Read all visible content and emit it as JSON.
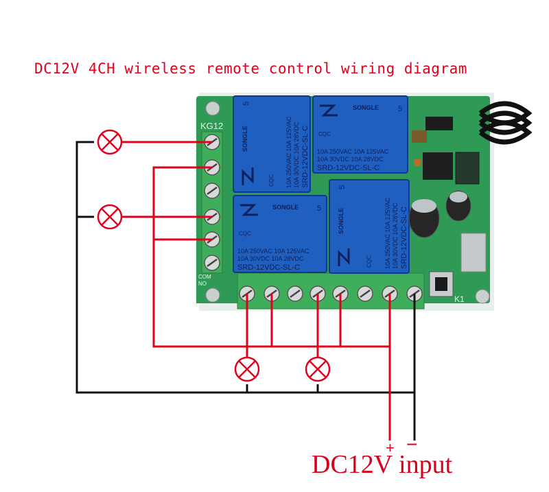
{
  "title": "DC12V 4CH wireless remote control wiring diagram",
  "power": {
    "label": "DC12V",
    "plus": "+",
    "minus": "−",
    "suffix": " input"
  },
  "board": {
    "model": "KG12",
    "button": "K1",
    "com_label": "COM",
    "no_label": "NO"
  },
  "relays": [
    {
      "brand": "SONGLE",
      "line1": "10A 250VAC  10A 125VAC",
      "line2": "10A  30VDC  10A  28VDC",
      "model": "SRD-12VDC-SL-C",
      "cert": "CQC",
      "num": "5"
    },
    {
      "brand": "SONGLE",
      "line1": "10A 250VAC  10A 125VAC",
      "line2": "10A  30VDC  10A  28VDC",
      "model": "SRD-12VDC-SL-C",
      "cert": "CQC",
      "num": "5"
    },
    {
      "brand": "SONGLE",
      "line1": "10A 250VAC  10A 125VAC",
      "line2": "10A  30VDC  10A  28VDC",
      "model": "SRD-12VDC-SL-C",
      "cert": "CQC",
      "num": "5"
    },
    {
      "brand": "SONGLE",
      "line1": "10A 250VAC  10A 125VAC",
      "line2": "10A  30VDC  10A  28VDC",
      "model": "SRD-12VDC-SL-C",
      "cert": "CQC",
      "num": "5"
    }
  ],
  "colors": {
    "wire_positive": "#e3001c",
    "wire_negative": "#111111",
    "pcb": "#2f9a55",
    "relay": "#1f5fc0",
    "terminal": "#3fae5a",
    "title": "#e0001b"
  },
  "icons": [
    "lamp-icon",
    "screw-terminal-icon",
    "antenna-coil-icon",
    "capacitor-icon",
    "push-button-icon"
  ]
}
